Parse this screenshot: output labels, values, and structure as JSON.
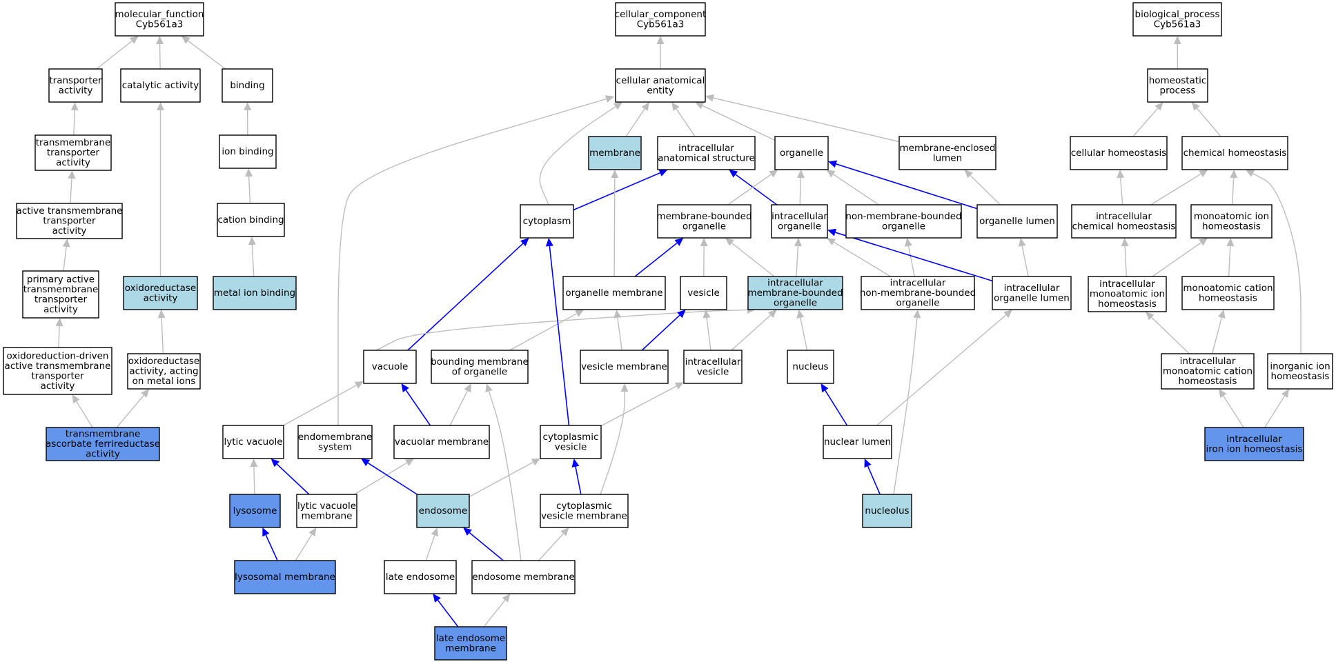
{
  "colors": {
    "plain": "#ffffff",
    "light": "#add8e6",
    "strong": "#6495ed",
    "edge_is_a": "#bdbdbd",
    "edge_highlight": "#0000ff"
  },
  "nodes": {
    "mf_root": {
      "lines": [
        "molecular_function",
        "Cyb561a3"
      ],
      "style": "plain"
    },
    "transporter_activity": {
      "lines": [
        "transporter",
        "activity"
      ],
      "style": "plain"
    },
    "catalytic_activity": {
      "lines": [
        "catalytic activity"
      ],
      "style": "plain"
    },
    "binding": {
      "lines": [
        "binding"
      ],
      "style": "plain"
    },
    "transmembrane_transporter_activity": {
      "lines": [
        "transmembrane",
        "transporter",
        "activity"
      ],
      "style": "plain"
    },
    "ion_binding": {
      "lines": [
        "ion binding"
      ],
      "style": "plain"
    },
    "active_transmembrane_transporter_activity": {
      "lines": [
        "active transmembrane",
        "transporter",
        "activity"
      ],
      "style": "plain"
    },
    "cation_binding": {
      "lines": [
        "cation binding"
      ],
      "style": "plain"
    },
    "primary_active_transmembrane_transporter_activity": {
      "lines": [
        "primary active",
        "transmembrane",
        "transporter",
        "activity"
      ],
      "style": "plain"
    },
    "oxidoreductase_activity": {
      "lines": [
        "oxidoreductase",
        "activity"
      ],
      "style": "light"
    },
    "metal_ion_binding": {
      "lines": [
        "metal ion binding"
      ],
      "style": "light"
    },
    "oxidoreduction_driven_transporter": {
      "lines": [
        "oxidoreduction-driven",
        "active transmembrane",
        "transporter",
        "activity"
      ],
      "style": "plain"
    },
    "oxidoreductase_metal_ions": {
      "lines": [
        "oxidoreductase",
        "activity, acting",
        "on metal ions"
      ],
      "style": "plain"
    },
    "transmembrane_ascorbate_ferrireductase": {
      "lines": [
        "transmembrane",
        "ascorbate ferrireductase",
        "activity"
      ],
      "style": "strong"
    },
    "cc_root": {
      "lines": [
        "cellular_component",
        "Cyb561a3"
      ],
      "style": "plain"
    },
    "cellular_anatomical_entity": {
      "lines": [
        "cellular anatomical",
        "entity"
      ],
      "style": "plain"
    },
    "membrane": {
      "lines": [
        "membrane"
      ],
      "style": "light"
    },
    "intracellular_anatomical_structure": {
      "lines": [
        "intracellular",
        "anatomical structure"
      ],
      "style": "plain"
    },
    "organelle": {
      "lines": [
        "organelle"
      ],
      "style": "plain"
    },
    "membrane_enclosed_lumen": {
      "lines": [
        "membrane-enclosed",
        "lumen"
      ],
      "style": "plain"
    },
    "cytoplasm": {
      "lines": [
        "cytoplasm"
      ],
      "style": "plain"
    },
    "membrane_bounded_organelle": {
      "lines": [
        "membrane-bounded",
        "organelle"
      ],
      "style": "plain"
    },
    "intracellular_organelle": {
      "lines": [
        "intracellular",
        "organelle"
      ],
      "style": "plain"
    },
    "non_membrane_bounded_organelle": {
      "lines": [
        "non-membrane-bounded",
        "organelle"
      ],
      "style": "plain"
    },
    "organelle_lumen": {
      "lines": [
        "organelle lumen"
      ],
      "style": "plain"
    },
    "organelle_membrane": {
      "lines": [
        "organelle membrane"
      ],
      "style": "plain"
    },
    "vesicle": {
      "lines": [
        "vesicle"
      ],
      "style": "plain"
    },
    "intracellular_membrane_bounded_organelle": {
      "lines": [
        "intracellular",
        "membrane-bounded",
        "organelle"
      ],
      "style": "light"
    },
    "intracellular_non_membrane_bounded_organelle": {
      "lines": [
        "intracellular",
        "non-membrane-bounded",
        "organelle"
      ],
      "style": "plain"
    },
    "intracellular_organelle_lumen": {
      "lines": [
        "intracellular",
        "organelle lumen"
      ],
      "style": "plain"
    },
    "vacuole": {
      "lines": [
        "vacuole"
      ],
      "style": "plain"
    },
    "bounding_membrane_of_organelle": {
      "lines": [
        "bounding membrane",
        "of organelle"
      ],
      "style": "plain"
    },
    "vesicle_membrane": {
      "lines": [
        "vesicle membrane"
      ],
      "style": "plain"
    },
    "intracellular_vesicle": {
      "lines": [
        "intracellular",
        "vesicle"
      ],
      "style": "plain"
    },
    "nucleus": {
      "lines": [
        "nucleus"
      ],
      "style": "plain"
    },
    "lytic_vacuole": {
      "lines": [
        "lytic vacuole"
      ],
      "style": "plain"
    },
    "endomembrane_system": {
      "lines": [
        "endomembrane",
        "system"
      ],
      "style": "plain"
    },
    "vacuolar_membrane": {
      "lines": [
        "vacuolar membrane"
      ],
      "style": "plain"
    },
    "cytoplasmic_vesicle": {
      "lines": [
        "cytoplasmic",
        "vesicle"
      ],
      "style": "plain"
    },
    "nuclear_lumen": {
      "lines": [
        "nuclear lumen"
      ],
      "style": "plain"
    },
    "lysosome": {
      "lines": [
        "lysosome"
      ],
      "style": "strong"
    },
    "lytic_vacuole_membrane": {
      "lines": [
        "lytic vacuole",
        "membrane"
      ],
      "style": "plain"
    },
    "endosome": {
      "lines": [
        "endosome"
      ],
      "style": "light"
    },
    "cytoplasmic_vesicle_membrane": {
      "lines": [
        "cytoplasmic",
        "vesicle membrane"
      ],
      "style": "plain"
    },
    "nucleolus": {
      "lines": [
        "nucleolus"
      ],
      "style": "light"
    },
    "lysosomal_membrane": {
      "lines": [
        "lysosomal membrane"
      ],
      "style": "strong"
    },
    "late_endosome": {
      "lines": [
        "late endosome"
      ],
      "style": "plain"
    },
    "endosome_membrane": {
      "lines": [
        "endosome membrane"
      ],
      "style": "plain"
    },
    "late_endosome_membrane": {
      "lines": [
        "late endosome",
        "membrane"
      ],
      "style": "strong"
    },
    "bp_root": {
      "lines": [
        "biological_process",
        "Cyb561a3"
      ],
      "style": "plain"
    },
    "homeostatic_process": {
      "lines": [
        "homeostatic",
        "process"
      ],
      "style": "plain"
    },
    "cellular_homeostasis": {
      "lines": [
        "cellular homeostasis"
      ],
      "style": "plain"
    },
    "chemical_homeostasis": {
      "lines": [
        "chemical homeostasis"
      ],
      "style": "plain"
    },
    "intracellular_chemical_homeostasis": {
      "lines": [
        "intracellular",
        "chemical homeostasis"
      ],
      "style": "plain"
    },
    "monoatomic_ion_homeostasis": {
      "lines": [
        "monoatomic ion",
        "homeostasis"
      ],
      "style": "plain"
    },
    "intracellular_monoatomic_ion_homeostasis": {
      "lines": [
        "intracellular",
        "monoatomic ion",
        "homeostasis"
      ],
      "style": "plain"
    },
    "monoatomic_cation_homeostasis": {
      "lines": [
        "monoatomic cation",
        "homeostasis"
      ],
      "style": "plain"
    },
    "intracellular_monoatomic_cation_homeostasis": {
      "lines": [
        "intracellular",
        "monoatomic cation",
        "homeostasis"
      ],
      "style": "plain"
    },
    "inorganic_ion_homeostasis": {
      "lines": [
        "inorganic ion",
        "homeostasis"
      ],
      "style": "plain"
    },
    "intracellular_iron_ion_homeostasis": {
      "lines": [
        "intracellular",
        "iron ion homeostasis"
      ],
      "style": "strong"
    }
  },
  "edges": [
    {
      "from": "transporter_activity",
      "to": "mf_root",
      "kind": "grey"
    },
    {
      "from": "catalytic_activity",
      "to": "mf_root",
      "kind": "grey"
    },
    {
      "from": "binding",
      "to": "mf_root",
      "kind": "grey"
    },
    {
      "from": "transmembrane_transporter_activity",
      "to": "transporter_activity",
      "kind": "grey"
    },
    {
      "from": "ion_binding",
      "to": "binding",
      "kind": "grey"
    },
    {
      "from": "active_transmembrane_transporter_activity",
      "to": "transmembrane_transporter_activity",
      "kind": "grey"
    },
    {
      "from": "cation_binding",
      "to": "ion_binding",
      "kind": "grey"
    },
    {
      "from": "primary_active_transmembrane_transporter_activity",
      "to": "active_transmembrane_transporter_activity",
      "kind": "grey"
    },
    {
      "from": "oxidoreductase_activity",
      "to": "catalytic_activity",
      "kind": "grey"
    },
    {
      "from": "metal_ion_binding",
      "to": "cation_binding",
      "kind": "grey"
    },
    {
      "from": "oxidoreduction_driven_transporter",
      "to": "primary_active_transmembrane_transporter_activity",
      "kind": "grey"
    },
    {
      "from": "oxidoreductase_metal_ions",
      "to": "oxidoreductase_activity",
      "kind": "grey"
    },
    {
      "from": "transmembrane_ascorbate_ferrireductase",
      "to": "oxidoreduction_driven_transporter",
      "kind": "grey"
    },
    {
      "from": "transmembrane_ascorbate_ferrireductase",
      "to": "oxidoreductase_metal_ions",
      "kind": "grey"
    },
    {
      "from": "cellular_anatomical_entity",
      "to": "cc_root",
      "kind": "grey"
    },
    {
      "from": "membrane",
      "to": "cellular_anatomical_entity",
      "kind": "grey"
    },
    {
      "from": "intracellular_anatomical_structure",
      "to": "cellular_anatomical_entity",
      "kind": "grey"
    },
    {
      "from": "organelle",
      "to": "cellular_anatomical_entity",
      "kind": "grey"
    },
    {
      "from": "membrane_enclosed_lumen",
      "to": "cellular_anatomical_entity",
      "kind": "grey"
    },
    {
      "from": "cytoplasm",
      "to": "cellular_anatomical_entity",
      "kind": "grey"
    },
    {
      "from": "endomembrane_system",
      "to": "cellular_anatomical_entity",
      "kind": "grey"
    },
    {
      "from": "cytoplasm",
      "to": "intracellular_anatomical_structure",
      "kind": "blue"
    },
    {
      "from": "intracellular_organelle",
      "to": "intracellular_anatomical_structure",
      "kind": "blue"
    },
    {
      "from": "membrane_bounded_organelle",
      "to": "organelle",
      "kind": "grey"
    },
    {
      "from": "intracellular_organelle",
      "to": "organelle",
      "kind": "grey"
    },
    {
      "from": "non_membrane_bounded_organelle",
      "to": "organelle",
      "kind": "grey"
    },
    {
      "from": "organelle_lumen",
      "to": "organelle",
      "kind": "blue"
    },
    {
      "from": "organelle_lumen",
      "to": "membrane_enclosed_lumen",
      "kind": "grey"
    },
    {
      "from": "organelle_membrane",
      "to": "membrane",
      "kind": "grey"
    },
    {
      "from": "organelle_membrane",
      "to": "membrane_bounded_organelle",
      "kind": "blue"
    },
    {
      "from": "vesicle",
      "to": "membrane_bounded_organelle",
      "kind": "grey"
    },
    {
      "from": "intracellular_membrane_bounded_organelle",
      "to": "membrane_bounded_organelle",
      "kind": "grey"
    },
    {
      "from": "intracellular_membrane_bounded_organelle",
      "to": "intracellular_organelle",
      "kind": "grey"
    },
    {
      "from": "intracellular_non_membrane_bounded_organelle",
      "to": "intracellular_organelle",
      "kind": "grey"
    },
    {
      "from": "intracellular_non_membrane_bounded_organelle",
      "to": "non_membrane_bounded_organelle",
      "kind": "grey"
    },
    {
      "from": "intracellular_organelle_lumen",
      "to": "intracellular_organelle",
      "kind": "blue"
    },
    {
      "from": "intracellular_organelle_lumen",
      "to": "organelle_lumen",
      "kind": "grey"
    },
    {
      "from": "vacuole",
      "to": "cytoplasm",
      "kind": "blue"
    },
    {
      "from": "vacuole",
      "to": "intracellular_membrane_bounded_organelle",
      "kind": "grey"
    },
    {
      "from": "bounding_membrane_of_organelle",
      "to": "organelle_membrane",
      "kind": "grey"
    },
    {
      "from": "vesicle_membrane",
      "to": "organelle_membrane",
      "kind": "grey"
    },
    {
      "from": "vesicle_membrane",
      "to": "vesicle",
      "kind": "blue"
    },
    {
      "from": "intracellular_vesicle",
      "to": "vesicle",
      "kind": "grey"
    },
    {
      "from": "intracellular_vesicle",
      "to": "intracellular_membrane_bounded_organelle",
      "kind": "grey"
    },
    {
      "from": "nucleus",
      "to": "intracellular_membrane_bounded_organelle",
      "kind": "grey"
    },
    {
      "from": "cytoplasmic_vesicle",
      "to": "cytoplasm",
      "kind": "blue"
    },
    {
      "from": "cytoplasmic_vesicle",
      "to": "intracellular_vesicle",
      "kind": "grey"
    },
    {
      "from": "lytic_vacuole",
      "to": "vacuole",
      "kind": "grey"
    },
    {
      "from": "vacuolar_membrane",
      "to": "vacuole",
      "kind": "blue"
    },
    {
      "from": "vacuolar_membrane",
      "to": "bounding_membrane_of_organelle",
      "kind": "grey"
    },
    {
      "from": "nuclear_lumen",
      "to": "nucleus",
      "kind": "blue"
    },
    {
      "from": "nuclear_lumen",
      "to": "intracellular_organelle_lumen",
      "kind": "grey"
    },
    {
      "from": "lysosome",
      "to": "lytic_vacuole",
      "kind": "grey"
    },
    {
      "from": "lytic_vacuole_membrane",
      "to": "lytic_vacuole",
      "kind": "blue"
    },
    {
      "from": "lytic_vacuole_membrane",
      "to": "vacuolar_membrane",
      "kind": "grey"
    },
    {
      "from": "endosome",
      "to": "endomembrane_system",
      "kind": "blue"
    },
    {
      "from": "endosome",
      "to": "cytoplasmic_vesicle",
      "kind": "grey"
    },
    {
      "from": "cytoplasmic_vesicle_membrane",
      "to": "cytoplasmic_vesicle",
      "kind": "blue"
    },
    {
      "from": "cytoplasmic_vesicle_membrane",
      "to": "vesicle_membrane",
      "kind": "grey"
    },
    {
      "from": "nucleolus",
      "to": "nuclear_lumen",
      "kind": "blue"
    },
    {
      "from": "nucleolus",
      "to": "intracellular_non_membrane_bounded_organelle",
      "kind": "grey"
    },
    {
      "from": "lysosomal_membrane",
      "to": "lysosome",
      "kind": "blue"
    },
    {
      "from": "lysosomal_membrane",
      "to": "lytic_vacuole_membrane",
      "kind": "grey"
    },
    {
      "from": "late_endosome",
      "to": "endosome",
      "kind": "grey"
    },
    {
      "from": "endosome_membrane",
      "to": "endosome",
      "kind": "blue"
    },
    {
      "from": "endosome_membrane",
      "to": "cytoplasmic_vesicle_membrane",
      "kind": "grey"
    },
    {
      "from": "endosome_membrane",
      "to": "bounding_membrane_of_organelle",
      "kind": "grey"
    },
    {
      "from": "late_endosome_membrane",
      "to": "late_endosome",
      "kind": "blue"
    },
    {
      "from": "late_endosome_membrane",
      "to": "endosome_membrane",
      "kind": "grey"
    },
    {
      "from": "homeostatic_process",
      "to": "bp_root",
      "kind": "grey"
    },
    {
      "from": "cellular_homeostasis",
      "to": "homeostatic_process",
      "kind": "grey"
    },
    {
      "from": "chemical_homeostasis",
      "to": "homeostatic_process",
      "kind": "grey"
    },
    {
      "from": "intracellular_chemical_homeostasis",
      "to": "cellular_homeostasis",
      "kind": "grey"
    },
    {
      "from": "intracellular_chemical_homeostasis",
      "to": "chemical_homeostasis",
      "kind": "grey"
    },
    {
      "from": "monoatomic_ion_homeostasis",
      "to": "chemical_homeostasis",
      "kind": "grey"
    },
    {
      "from": "intracellular_monoatomic_ion_homeostasis",
      "to": "intracellular_chemical_homeostasis",
      "kind": "grey"
    },
    {
      "from": "intracellular_monoatomic_ion_homeostasis",
      "to": "monoatomic_ion_homeostasis",
      "kind": "grey"
    },
    {
      "from": "monoatomic_cation_homeostasis",
      "to": "monoatomic_ion_homeostasis",
      "kind": "grey"
    },
    {
      "from": "intracellular_monoatomic_cation_homeostasis",
      "to": "intracellular_monoatomic_ion_homeostasis",
      "kind": "grey"
    },
    {
      "from": "intracellular_monoatomic_cation_homeostasis",
      "to": "monoatomic_cation_homeostasis",
      "kind": "grey"
    },
    {
      "from": "inorganic_ion_homeostasis",
      "to": "chemical_homeostasis",
      "kind": "grey"
    },
    {
      "from": "intracellular_iron_ion_homeostasis",
      "to": "intracellular_monoatomic_cation_homeostasis",
      "kind": "grey"
    },
    {
      "from": "intracellular_iron_ion_homeostasis",
      "to": "inorganic_ion_homeostasis",
      "kind": "grey"
    }
  ]
}
